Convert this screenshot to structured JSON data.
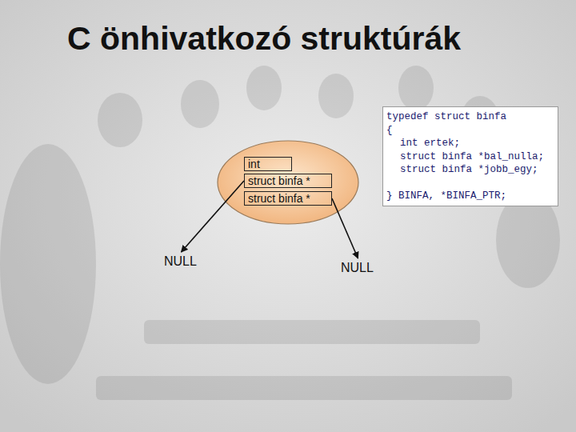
{
  "diagram": {
    "title": "C önhivatkozó struktúrák",
    "nodes": [
      {
        "text": [
          "int"
        ]
      },
      {
        "text": [
          "struct binfa *"
        ]
      },
      {
        "text": [
          "struct binfa *"
        ]
      },
      {
        "text": [
          "NULL"
        ]
      },
      {
        "text": [
          "NULL"
        ]
      },
      {
        "text": [
          "typedef struct binfa",
          "{",
          "int ertek;",
          "struct binfa *bal_nulla;",
          "struct binfa *jobb_egy;",
          "} BINFA, *BINFA_PTR;"
        ]
      }
    ],
    "edges": [
      {
        "from": 1,
        "to": 3,
        "arrow": "to"
      },
      {
        "from": 2,
        "to": 4,
        "arrow": "to"
      }
    ]
  }
}
